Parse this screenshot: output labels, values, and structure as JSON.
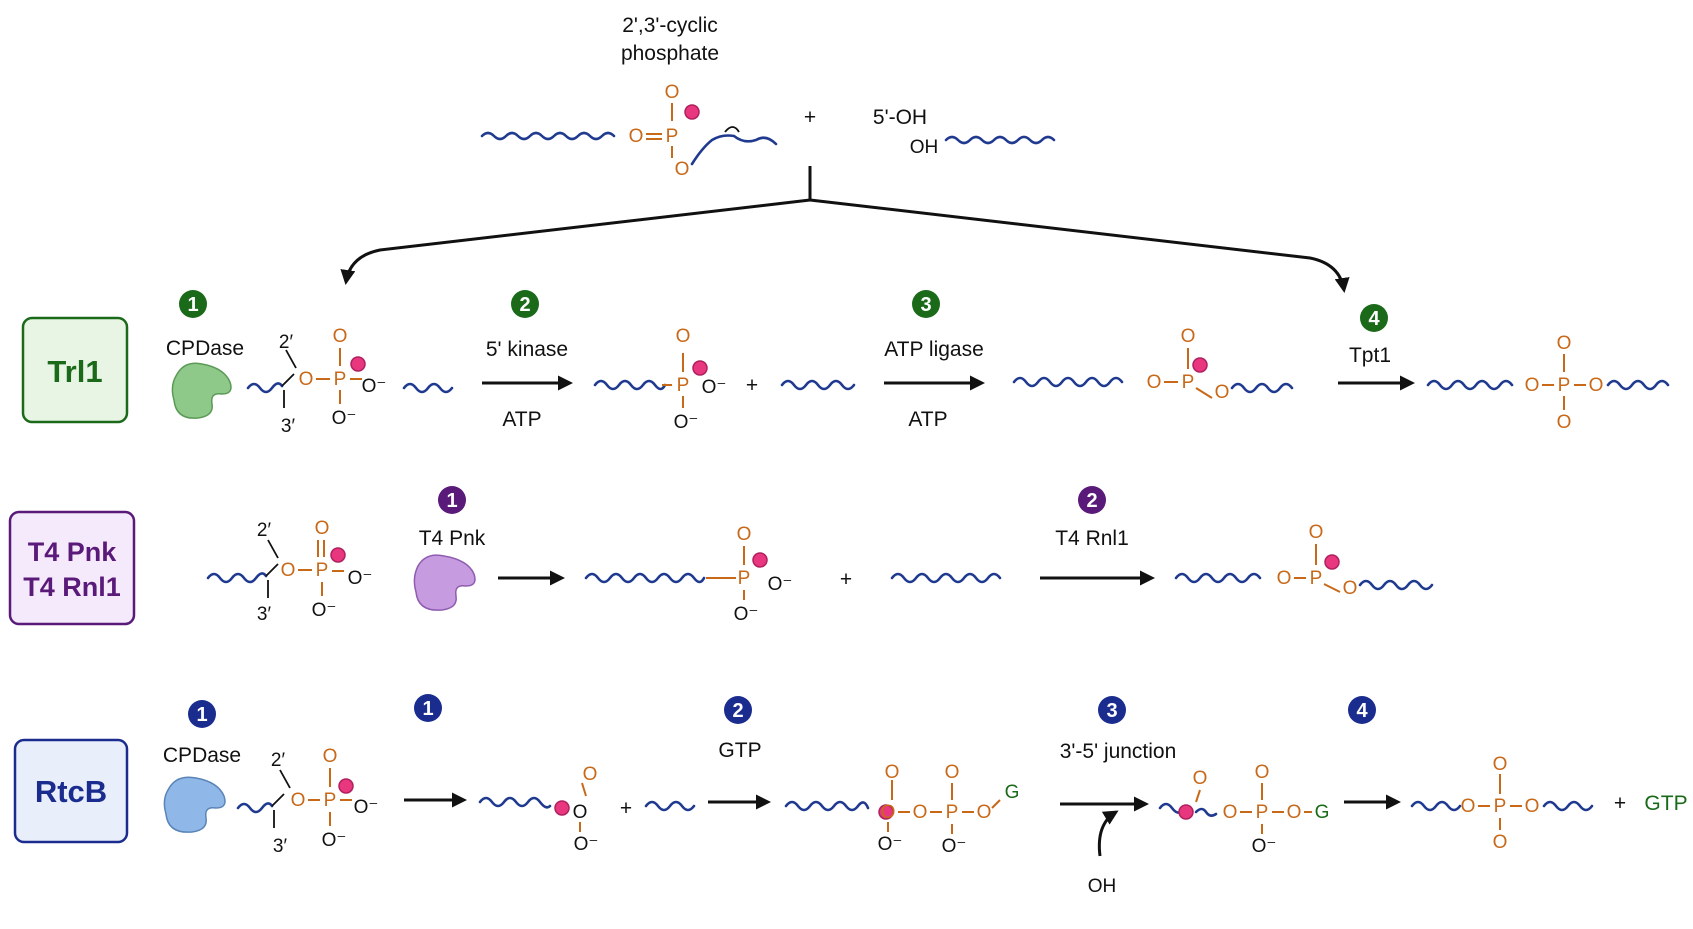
{
  "top": {
    "cyclic_label_line1": "2',3'-cyclic",
    "cyclic_label_line2": "phosphate",
    "plus": "+",
    "oh_label": "5'-OH",
    "oh_small": "OH"
  },
  "atoms": {
    "O": "O",
    "O_minus": "O⁻",
    "P": "P",
    "two_prime": "2′",
    "three_prime": "3′",
    "G": "G",
    "plus": "+"
  },
  "rows": {
    "trl1": {
      "label": "Trl1",
      "color": "#1a6a1a",
      "box_fill": "#e8f5e4",
      "steps": [
        {
          "num": "1",
          "label": "CPDase"
        },
        {
          "num": "2",
          "label": "5' kinase",
          "sub": "ATP"
        },
        {
          "num": "3",
          "label": "ATP ligase",
          "sub": "ATP"
        },
        {
          "num": "4",
          "label": "Tpt1"
        }
      ]
    },
    "t4": {
      "label_line1": "T4 Pnk",
      "label_line2": "T4 Rnl1",
      "color": "#5a1a7a",
      "box_fill": "#f5eafb",
      "steps": [
        {
          "num": "1",
          "label": "T4 Pnk"
        },
        {
          "num": "2",
          "label": "T4 Rnl1"
        }
      ]
    },
    "rtcb": {
      "label": "RtcB",
      "color": "#1a2d8f",
      "box_fill": "#e9eefb",
      "steps": [
        {
          "num": "1",
          "label": "CPDase"
        },
        {
          "num": "1",
          "label": ""
        },
        {
          "num": "2",
          "label": "GTP"
        },
        {
          "num": "3",
          "label": "3'-5' junction",
          "sub": "OH"
        },
        {
          "num": "4",
          "label": ""
        }
      ],
      "product_gtp": "GTP"
    }
  },
  "colors": {
    "rna": "#1f3a8f",
    "phosphate": "#c8691a",
    "pink_dot": "#e8377f",
    "cpdase_green": "#8fc98a",
    "pnk_purple": "#c79be0",
    "cpdase_blue": "#8fb8e8"
  }
}
